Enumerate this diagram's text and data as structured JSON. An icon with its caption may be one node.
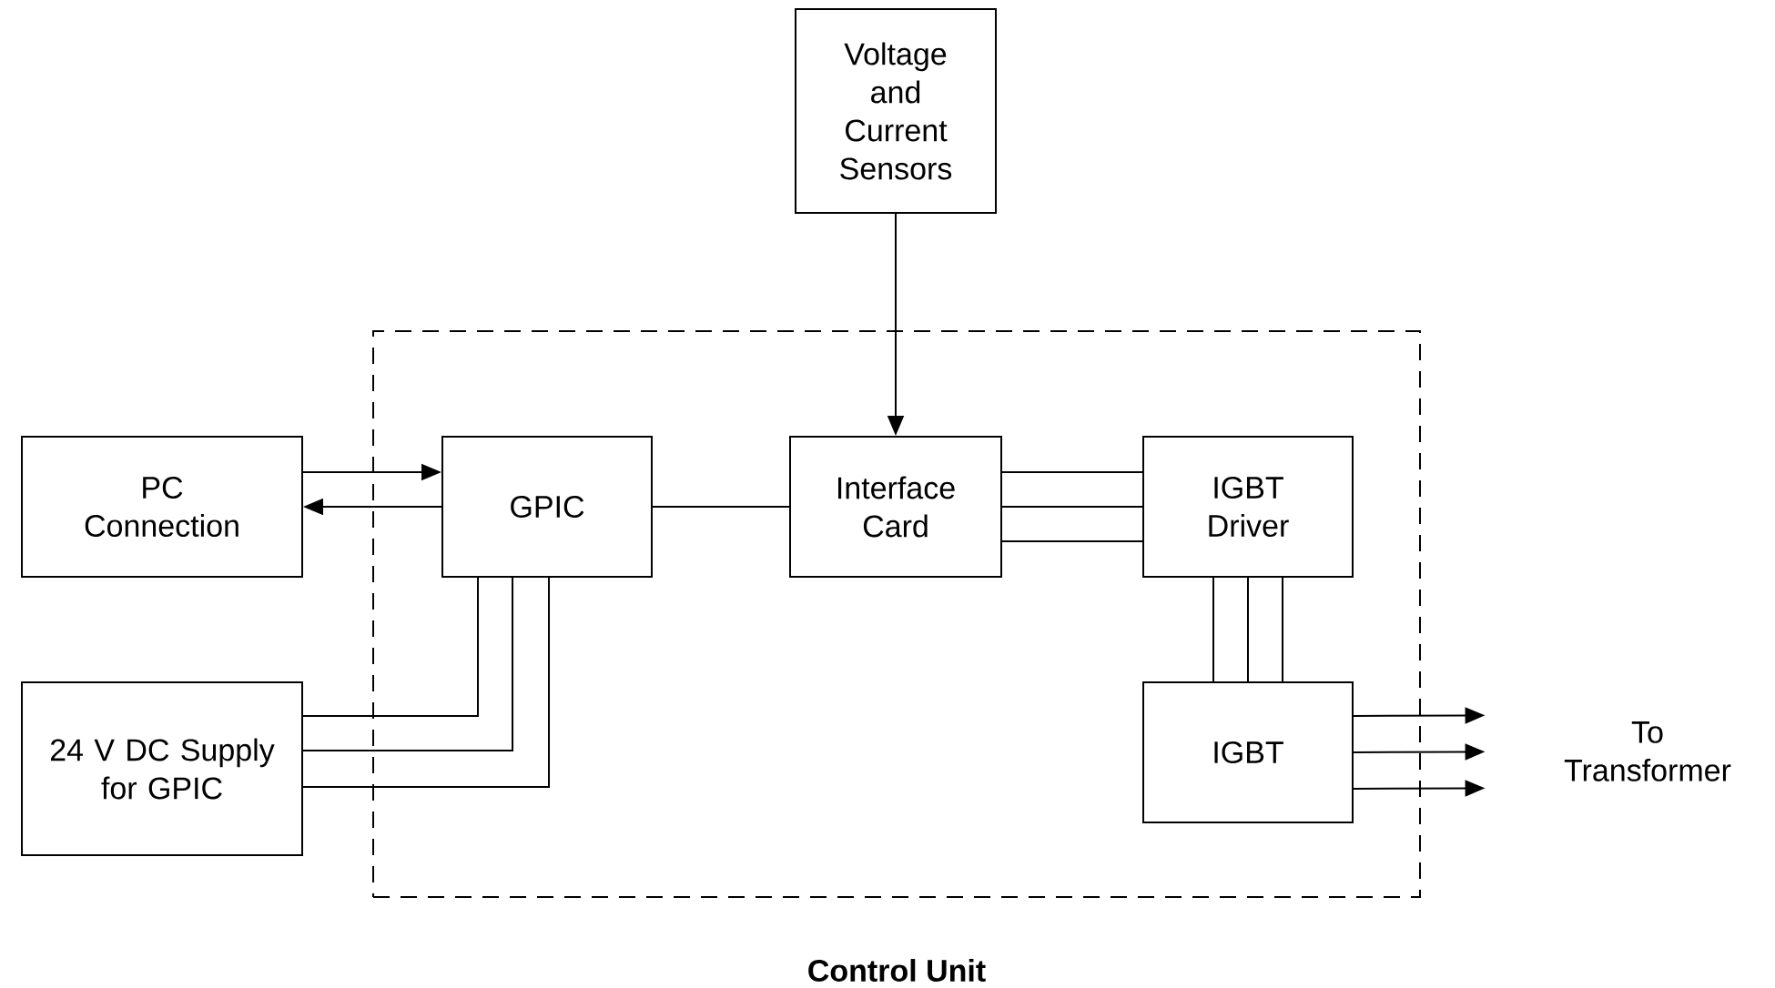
{
  "diagram": {
    "nodes": [
      {
        "text": [
          "Control Unit"
        ]
      },
      {
        "text": [
          "Voltage and Current Sensors"
        ]
      },
      {
        "text": [
          "PC Connection"
        ]
      },
      {
        "text": [
          "GPIC"
        ],
        "in": 0
      },
      {
        "text": [
          "Interface Card"
        ],
        "in": 0
      },
      {
        "text": [
          "IGBT Driver"
        ],
        "in": 0
      },
      {
        "text": [
          "24 V DC Supply for GPIC"
        ]
      },
      {
        "text": [
          "IGBT"
        ],
        "in": 0
      },
      {
        "text": [
          "To Transformer"
        ]
      }
    ],
    "edges": [
      {
        "from": 1,
        "to": 4,
        "arrow": "to"
      },
      {
        "from": 2,
        "to": 3,
        "arrow": "to"
      },
      {
        "from": 3,
        "to": 2,
        "arrow": "to"
      },
      {
        "from": 3,
        "to": 4,
        "arrow": "none"
      },
      {
        "from": 4,
        "to": 5,
        "arrow": "none"
      },
      {
        "from": 4,
        "to": 5,
        "arrow": "none"
      },
      {
        "from": 4,
        "to": 5,
        "arrow": "none"
      },
      {
        "from": 5,
        "to": 7,
        "arrow": "none"
      },
      {
        "from": 5,
        "to": 7,
        "arrow": "none"
      },
      {
        "from": 5,
        "to": 7,
        "arrow": "none"
      },
      {
        "from": 6,
        "to": 3,
        "arrow": "none"
      },
      {
        "from": 6,
        "to": 3,
        "arrow": "none"
      },
      {
        "from": 6,
        "to": 3,
        "arrow": "none"
      },
      {
        "from": 7,
        "to": 8,
        "arrow": "to"
      },
      {
        "from": 7,
        "to": 8,
        "arrow": "to"
      },
      {
        "from": 7,
        "to": 8,
        "arrow": "to"
      }
    ]
  }
}
